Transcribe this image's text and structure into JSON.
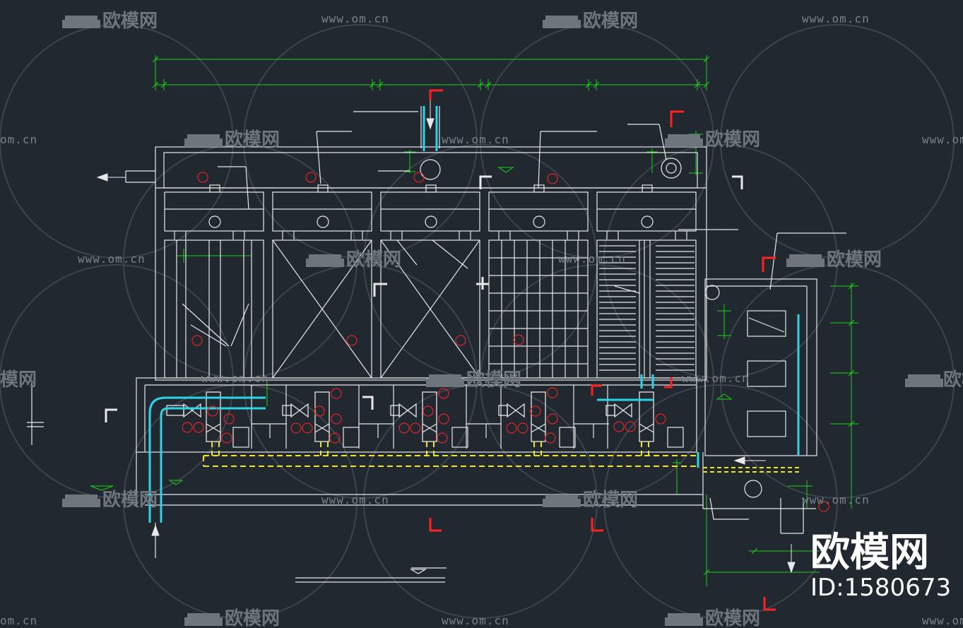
{
  "watermark": {
    "url": "www.om.cn",
    "url_short": "om.cn",
    "brand": "欧模网",
    "brand_partial": "模网"
  },
  "brand_stamp": {
    "name": "欧模网",
    "id": "ID:1580673"
  },
  "colors": {
    "background": "#212830",
    "outline": "#e8e8e8",
    "dimension": "#19d219",
    "water_pipe": "#2fd3e6",
    "drain_pipe": "#f0e61e",
    "section_mark": "#ff2020",
    "valve_circle": "#e02424",
    "watermark": "#6f757c"
  },
  "icons": {
    "watermark_logo": "sofa-logo-icon",
    "flow_arrow": "arrow-icon",
    "level_mark": "triangle-level-icon",
    "section_cut": "section-cut-icon"
  }
}
